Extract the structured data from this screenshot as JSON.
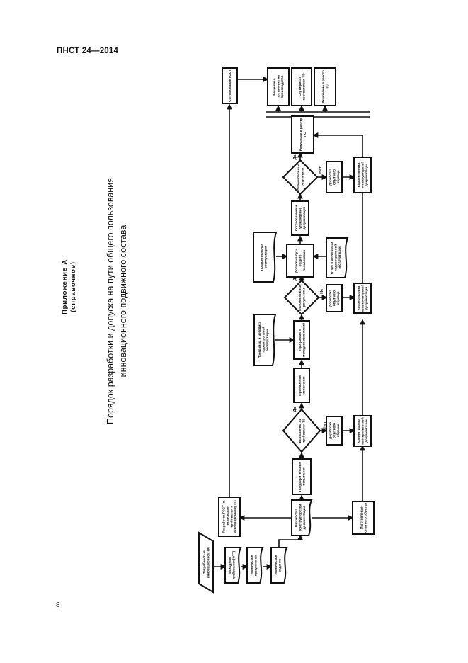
{
  "page": {
    "doc_code": "ПНСТ 24—2014",
    "page_number": "8",
    "appendix_label": "Приложение А",
    "appendix_type": "(справочное)",
    "title_line1": "Порядок разработки и допуска на пути общего пользования",
    "title_line2": "инновационного подвижного состава"
  },
  "flowchart": {
    "yes_label": "Да",
    "no_label": "Нет",
    "nodes": {
      "need": "Потребность в инновационном ПС",
      "ott": "Исходные требования (ОТТ)",
      "tech_offer": "Техническое предложение",
      "tz": "Техническое задание",
      "kd": "Разработка конструкторской документации",
      "gost_dev": "Разработка ГОСТ на технические требования к инновационному ПС",
      "gost_agree": "Согласование ГОСТ",
      "prototype": "Изготовление опытного образца",
      "dec1": "Выполнены ли требования ТЗ",
      "rework1": "Доработка опытного образца",
      "kd_corr1": "Корректировка конструкторской документации",
      "prelim_tests": "Предварительные испытания",
      "test_prog": "Программа и методика испытаний",
      "acc_tests": "Приемочные испытания",
      "dec2": "Положительные результаты",
      "rework2": "Доработка опытного образца",
      "kd_corr2": "Корректировка конструкторской документации",
      "admit": "Допуск на пути общего пользования",
      "regs": "Программа и методика подконтрольной эксплуатации",
      "controlled_ops": "Подконтрольная эксплуатация",
      "ops_results": "Отчет о результатах подконтрольной эксплуатации",
      "dec3": "Положительные результаты",
      "rework3": "Доработка опытного образца",
      "kd_corr3": "Корректировка конструкторской документации",
      "serial_agree": "Согласование и утверждение документации",
      "out1": "Решение о постановке на производство",
      "out2": "Сертификат соответствия ТР",
      "out3": "Включение в реестр ПС"
    }
  }
}
